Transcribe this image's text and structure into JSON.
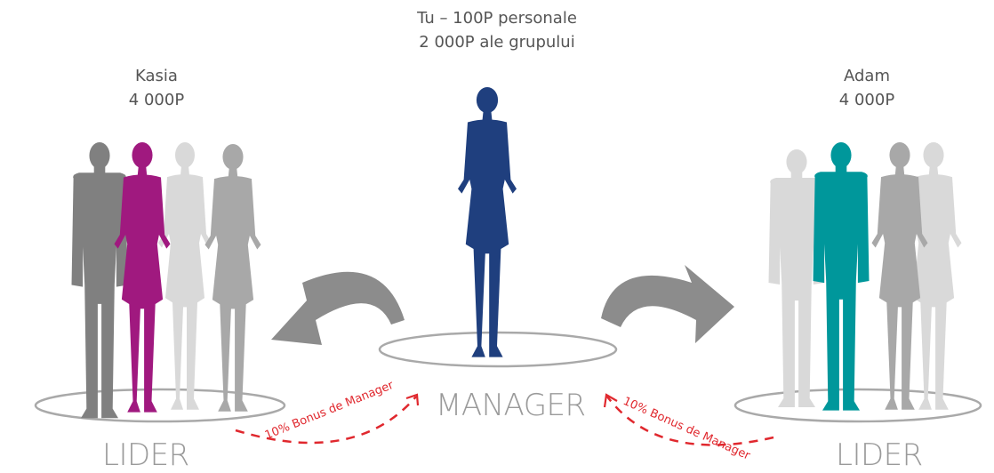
{
  "center": {
    "line1": "Tu – 100P personale",
    "line2": "2 000P ale grupului",
    "role": "MANAGER"
  },
  "left": {
    "name": "Kasia",
    "points": "4 000P",
    "role": "LIDER"
  },
  "right": {
    "name": "Adam",
    "points": "4 000P",
    "role": "LIDER"
  },
  "bonus": {
    "left": "10% Bonus de Manager",
    "right": "10% Bonus de Manager"
  },
  "colors": {
    "manager": "#1f3f7e",
    "kasia": "#a0197f",
    "adam": "#00979b",
    "dark_gray": "#808080",
    "mid_gray": "#a8a8a8",
    "light_gray": "#d9d9d9",
    "arrow": "#8c8c8c",
    "bonus": "#e0282e"
  }
}
